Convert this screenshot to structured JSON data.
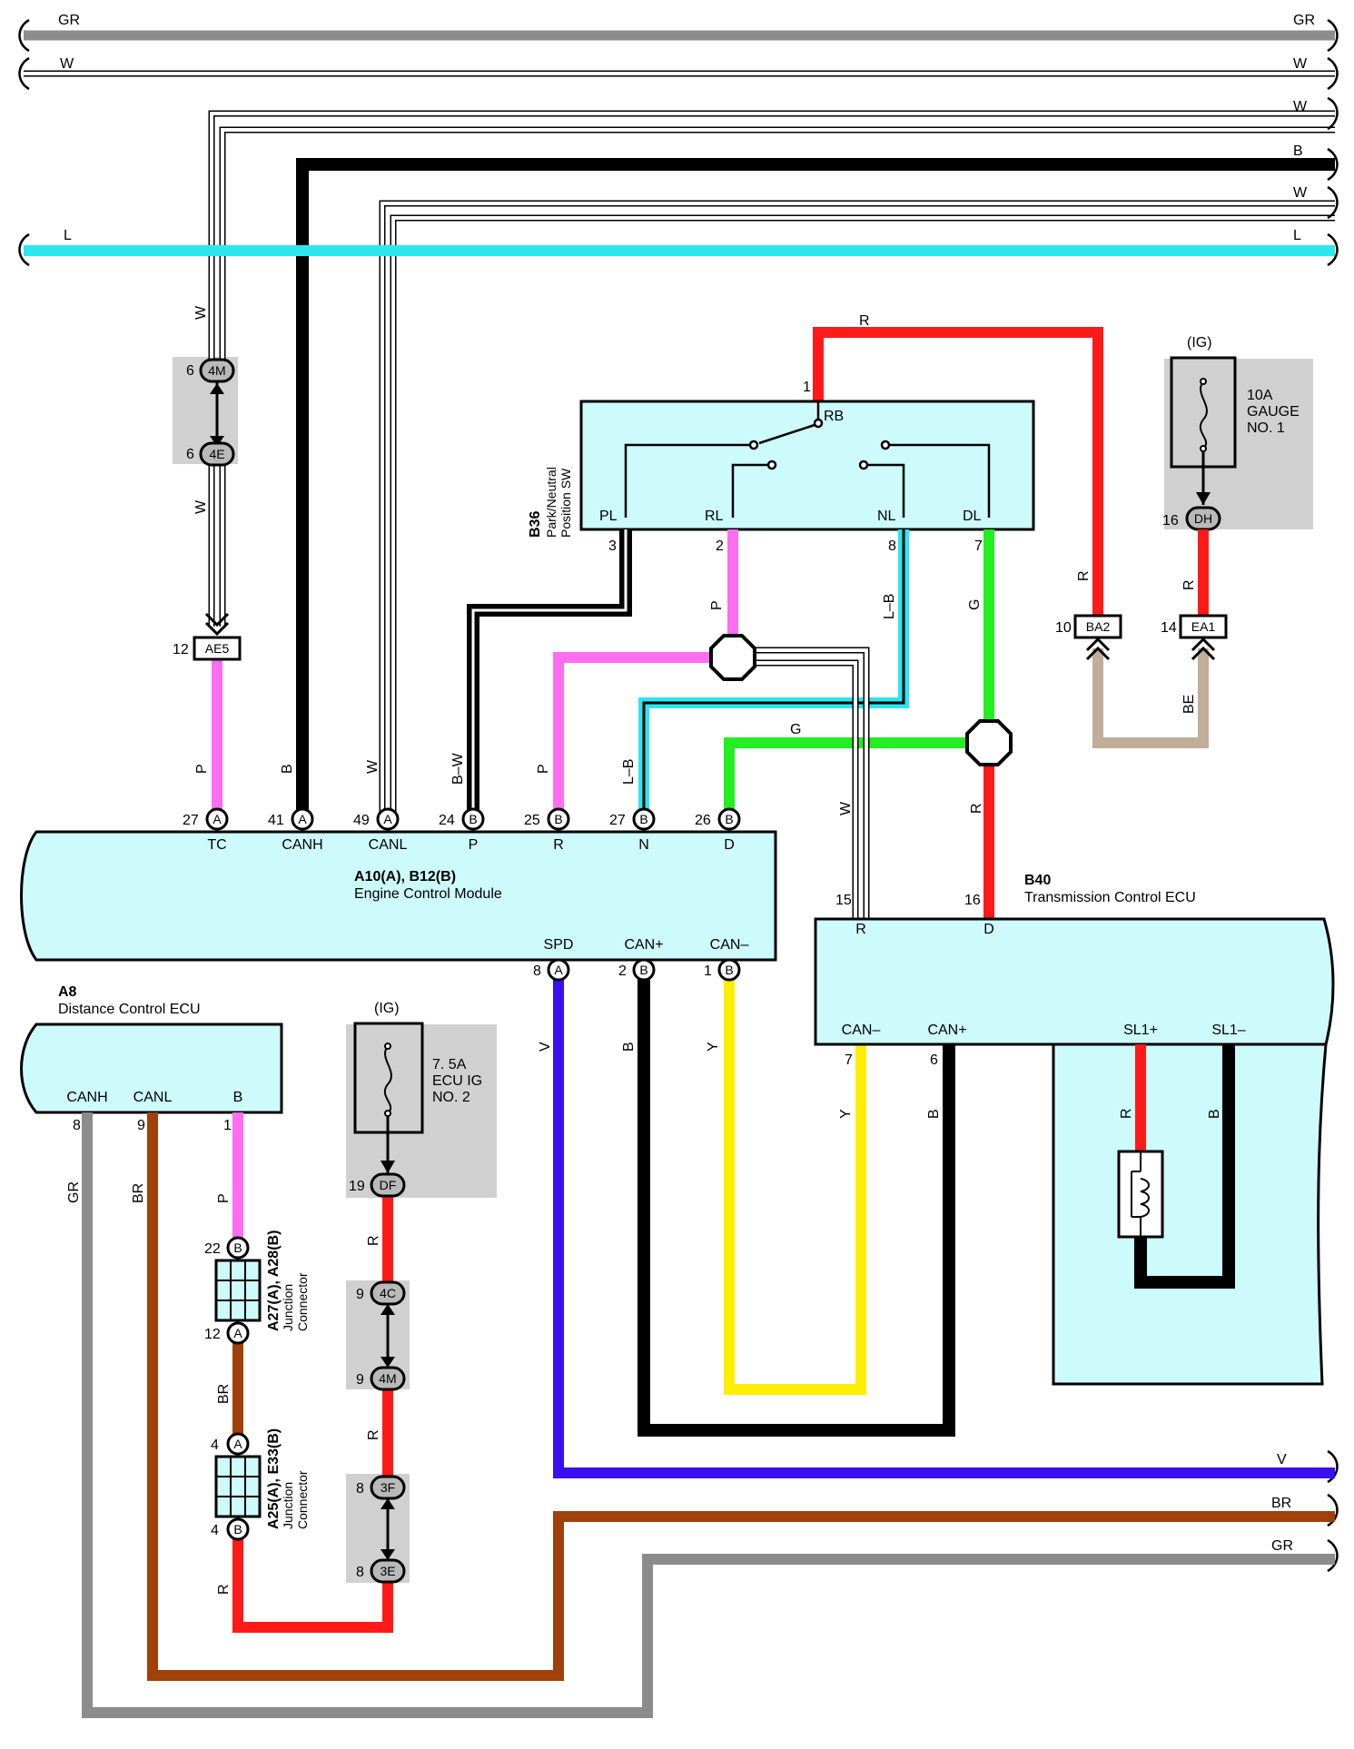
{
  "colors": {
    "GR": "#8c8c8c",
    "W": "#ffffff",
    "B": "#000000",
    "L": "#2ee6f0",
    "R": "#ff1a1a",
    "P": "#ff6ef0",
    "G": "#22ee22",
    "LB": "#2ee6f0",
    "BE": "#c2ac9a",
    "V": "#3a10ee",
    "Y": "#ffee00",
    "BR": "#a0400a",
    "box": "#cdfafa",
    "shade": "#d0d0d0"
  },
  "top_wires": {
    "gr": "GR",
    "w1": "W",
    "w2": "W",
    "b": "B",
    "w3": "W",
    "l": "L"
  },
  "bottom_wires": {
    "v": "V",
    "br": "BR",
    "gr": "GR"
  },
  "ecm": {
    "title": "A10(A), B12(B)",
    "subtitle": "Engine Control Module",
    "top_pins": [
      {
        "num": "27",
        "conn": "A",
        "name": "TC",
        "wire": "P"
      },
      {
        "num": "41",
        "conn": "A",
        "name": "CANH",
        "wire": "B"
      },
      {
        "num": "49",
        "conn": "A",
        "name": "CANL",
        "wire": "W"
      },
      {
        "num": "24",
        "conn": "B",
        "name": "P",
        "wire": "B–W"
      },
      {
        "num": "25",
        "conn": "B",
        "name": "R",
        "wire": "P"
      },
      {
        "num": "27",
        "conn": "B",
        "name": "N",
        "wire": "L–B"
      },
      {
        "num": "26",
        "conn": "B",
        "name": "D",
        "wire": "G"
      }
    ],
    "bottom_pins": [
      {
        "num": "8",
        "conn": "A",
        "name": "SPD",
        "wire": "V"
      },
      {
        "num": "2",
        "conn": "B",
        "name": "CAN+",
        "wire": "B"
      },
      {
        "num": "1",
        "conn": "B",
        "name": "CAN–",
        "wire": "Y"
      }
    ]
  },
  "pnp_switch": {
    "code": "B36",
    "name_line1": "Park/Neutral",
    "name_line2": "Position SW",
    "rb_label": "RB",
    "rb_pin": "1",
    "pins": [
      {
        "name": "PL",
        "num": "3"
      },
      {
        "name": "RL",
        "num": "2",
        "wire": "P"
      },
      {
        "name": "NL",
        "num": "8",
        "wire": "L–B"
      },
      {
        "name": "DL",
        "num": "7",
        "wire": "G"
      }
    ],
    "top_wire": "R"
  },
  "fuse_gauge": {
    "ig": "(IG)",
    "line1": "10A",
    "line2": "GAUGE",
    "line3": "NO. 1",
    "pin_num": "16",
    "pin_conn": "DH"
  },
  "connectors_right": {
    "ba2": {
      "num": "10",
      "conn": "BA2",
      "wire": "R"
    },
    "ea1": {
      "num": "14",
      "conn": "EA1",
      "wire": "R"
    },
    "between_wire": "BE"
  },
  "left_connectors": {
    "w_upper": "W",
    "w_lower": "W",
    "c4m": {
      "num": "6",
      "conn": "4M"
    },
    "c4e": {
      "num": "6",
      "conn": "4E"
    },
    "ae5": {
      "num": "12",
      "conn": "AE5"
    }
  },
  "mid_wires": {
    "g_label": "G",
    "r_label": "R",
    "w_label": "W"
  },
  "tcu": {
    "code": "B40",
    "name": "Transmission Control ECU",
    "top_pins": [
      {
        "num": "15",
        "name": "R"
      },
      {
        "num": "16",
        "name": "D"
      }
    ],
    "bottom_pins": [
      {
        "num": "7",
        "name": "CAN–",
        "wire": "Y"
      },
      {
        "num": "6",
        "name": "CAN+",
        "wire": "B"
      },
      {
        "name": "SL1+",
        "wire": "R"
      },
      {
        "name": "SL1–",
        "wire": "B"
      }
    ]
  },
  "dce": {
    "code": "A8",
    "name": "Distance Control ECU",
    "pins": [
      {
        "name": "CANH",
        "num": "8",
        "wire": "GR"
      },
      {
        "name": "CANL",
        "num": "9",
        "wire": "BR"
      },
      {
        "name": "B",
        "num": "1",
        "wire": "P"
      }
    ]
  },
  "fuse_ecu": {
    "ig": "(IG)",
    "line1": "7. 5A",
    "line2": "ECU IG",
    "line3": "NO. 2",
    "pin_num": "19",
    "pin_conn": "DF"
  },
  "ecu_chain": {
    "r1": "R",
    "r2": "R",
    "r3": "R",
    "c4c": {
      "num": "9",
      "conn": "4C"
    },
    "c4m": {
      "num": "9",
      "conn": "4M"
    },
    "c3f": {
      "num": "8",
      "conn": "3F"
    },
    "c3e": {
      "num": "8",
      "conn": "3E"
    }
  },
  "junction1": {
    "line1": "A27(A), A28(B)",
    "line2": "Junction",
    "line3": "Connector",
    "top_num": "22",
    "top_conn": "B",
    "bot_num": "12",
    "bot_conn": "A"
  },
  "junction2": {
    "line1": "A25(A), E33(B)",
    "line2": "Junction",
    "line3": "Connector",
    "top_num": "4",
    "top_conn": "A",
    "bot_num": "4",
    "bot_conn": "B"
  },
  "junction_wires": {
    "br": "BR"
  }
}
